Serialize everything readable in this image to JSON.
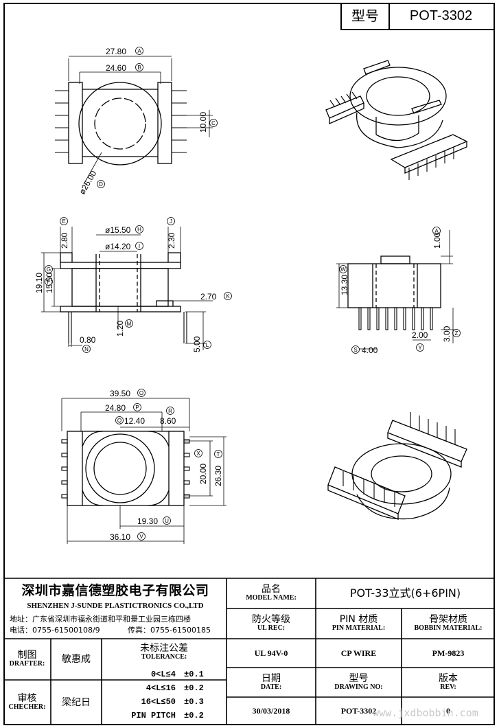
{
  "header": {
    "model_label": "型号",
    "model_value": "POT-3302"
  },
  "dimensions": {
    "d_A": "27.80",
    "tag_A": "A",
    "d_B": "24.60",
    "tag_B": "B",
    "d_C": "10.00",
    "tag_C": "C",
    "d_D": "ø26.00",
    "tag_D": "D",
    "d_E": "2.80",
    "tag_E": "E",
    "d_H": "ø15.50",
    "tag_H": "H",
    "d_I": "ø14.20",
    "tag_I": "I",
    "d_J": "2.30",
    "tag_J": "J",
    "d_K": "2.70",
    "tag_K": "K",
    "d_G": "19.10",
    "tag_G": "G",
    "d_F": "15.50",
    "tag_F": "F",
    "d_M": "1.20",
    "tag_M": "M",
    "d_N": "0.80",
    "tag_N": "N",
    "d_L": "5.00",
    "tag_L": "L",
    "d_A2": "1.00",
    "tag_A2": "A",
    "d_W": "13.30",
    "tag_W": "W",
    "d_Y": "2.00",
    "tag_Y": "Y",
    "d_Z": "3.00",
    "tag_Z": "Z",
    "d_S": "4.00",
    "tag_S": "S",
    "d_O": "39.50",
    "tag_O": "O",
    "d_P": "24.80",
    "tag_P": "P",
    "d_Q": "12.40",
    "tag_Q": "Q",
    "d_R": "8.60",
    "tag_R": "R",
    "d_X": "20.00",
    "tag_X": "X",
    "d_T": "26.30",
    "tag_T": "T",
    "d_U": "19.30",
    "tag_U": "U",
    "d_V": "36.10",
    "tag_V": "V"
  },
  "title_block": {
    "company_cn": "深圳市嘉信德塑胶电子有限公司",
    "company_en": "SHENZHEN J-SUNDE PLASTICTRONICS CO.,LTD",
    "address": "地址：广东省深圳市福永街道和平和景工业园三栋四楼",
    "phone": "电话：0755-61500108/9",
    "fax": "传真：0755-61500185",
    "model_name_cn": "品名",
    "model_name_en": "MODEL NAME:",
    "model_name_value": "POT-33立式(6+6PIN)",
    "ul_rec_cn": "防火等级",
    "ul_rec_en": "UL REC:",
    "ul_rec_value": "UL 94V-0",
    "pin_material_cn": "PIN 材质",
    "pin_material_en": "PIN MATERIAL:",
    "pin_material_value": "CP WIRE",
    "bobbin_material_cn": "骨架材质",
    "bobbin_material_en": "BOBBIN MATERIAL:",
    "bobbin_material_value": "PM-9823",
    "drafter_cn": "制图",
    "drafter_en": "DRAFTER:",
    "drafter_value": "敏惠成",
    "checker_cn": "审核",
    "checker_en": "CHECHER:",
    "checker_value": "梁纪日",
    "tolerance_cn": "未标注公差",
    "tolerance_en": "TOLERANCE:",
    "tolerances": [
      {
        "range": "0<L≤4",
        "value": "±0.1"
      },
      {
        "range": "4<L≤16",
        "value": "±0.2"
      },
      {
        "range": "16<L≤50",
        "value": "±0.3"
      },
      {
        "range": "PIN PITCH",
        "value": "±0.2"
      }
    ],
    "date_cn": "日期",
    "date_en": "DATE:",
    "date_value": "30/03/2018",
    "drawing_no_cn": "型号",
    "drawing_no_en": "DRAWING NO:",
    "drawing_no_value": "POT-3302",
    "rev_cn": "版本",
    "rev_en": "REV:",
    "rev_value": "0",
    "watermark": "www.jxdbobbin.com"
  }
}
